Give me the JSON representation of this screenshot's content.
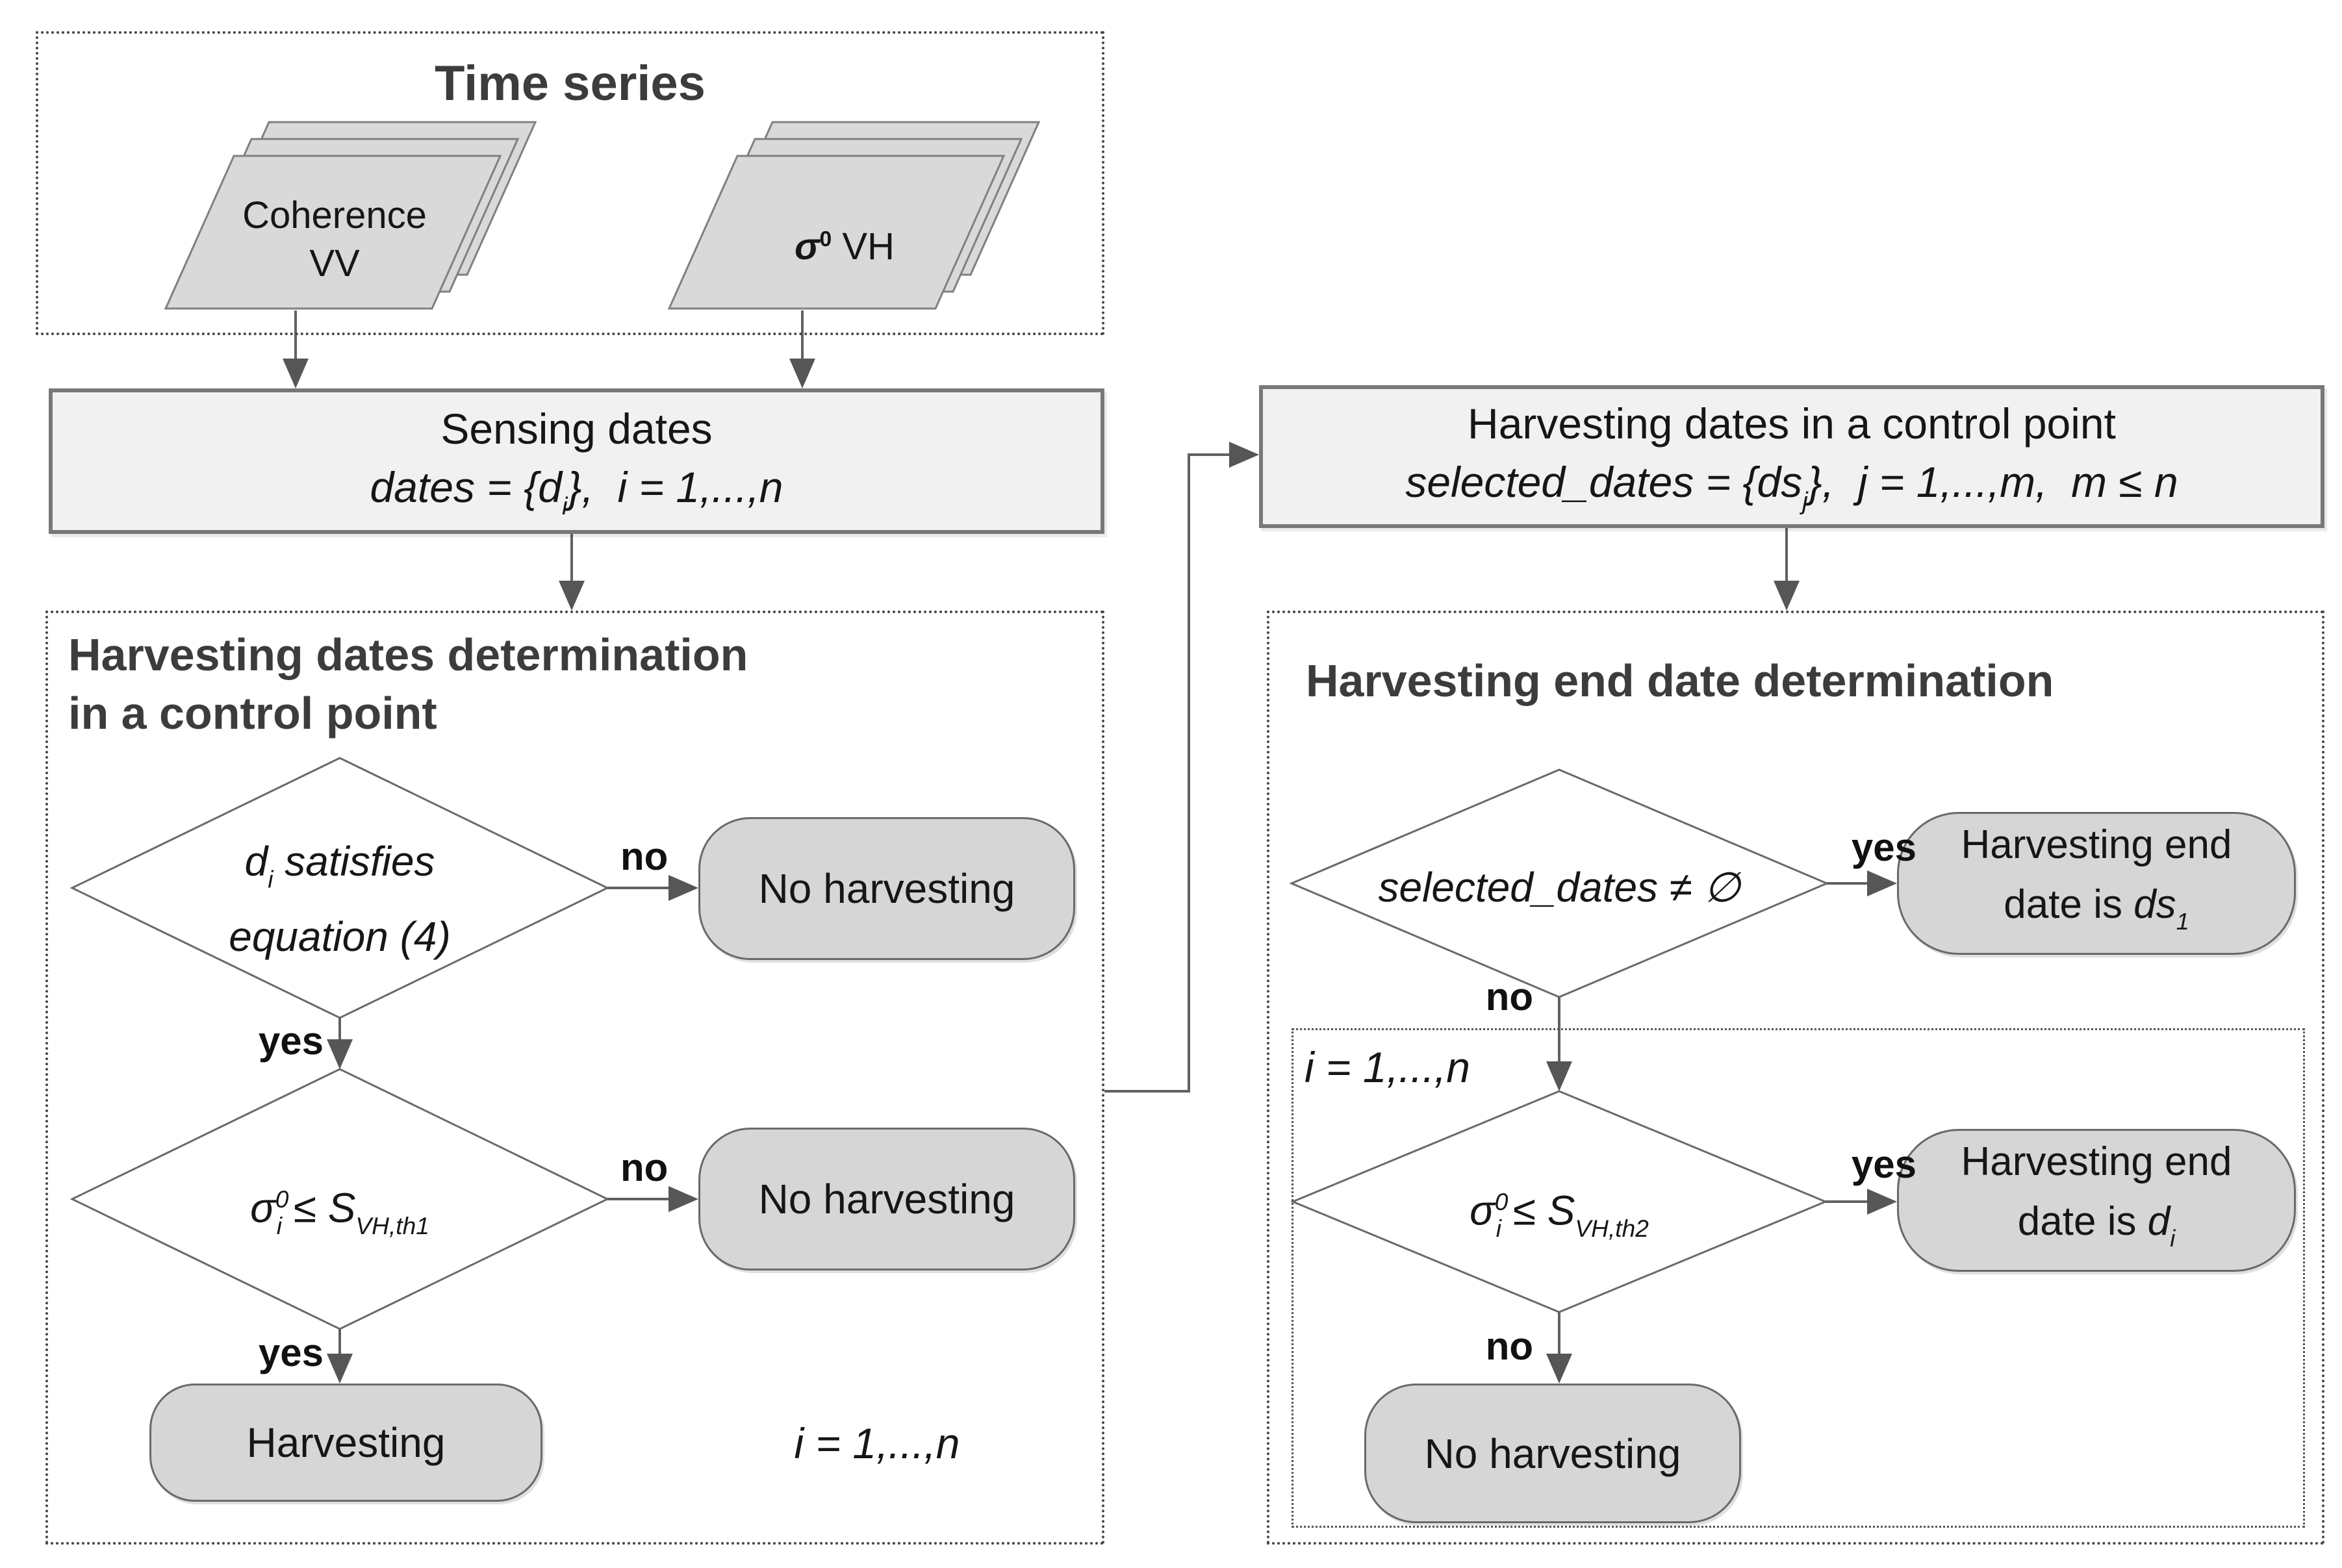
{
  "colors": {
    "background": "#ffffff",
    "box_fill": "#f1f1f1",
    "terminal_fill": "#d6d6d6",
    "card_fill": "#d9d9d9",
    "line": "#616161",
    "title_text": "#3c3c3c",
    "body_text": "#161616"
  },
  "time_series": {
    "title": "Time series",
    "coherence_stack": {
      "line1": "Coherence",
      "line2": "VV"
    },
    "sigma_stack": {
      "sigma": "σ",
      "sup": "0",
      "suffix": " VH"
    }
  },
  "sensing": {
    "title": "Sensing dates",
    "formula": [
      "dates = {d",
      "i",
      "},  i = 1,...,n"
    ]
  },
  "left_flow": {
    "title_line1": "Harvesting dates determination",
    "title_line2": "in a control point",
    "d1": {
      "var": "d",
      "sub": "i",
      "rest": " satisfies",
      "line2": "equation (4)"
    },
    "no1": "no",
    "yes1": "yes",
    "nh1": "No harvesting",
    "d2": {
      "sigma": "σ",
      "sup": "0",
      "sub": "i",
      "mid": " ≤ S",
      "sub2": "VH,th1"
    },
    "no2": "no",
    "yes2": "yes",
    "nh2": "No harvesting",
    "harvesting": "Harvesting",
    "loop": "i = 1,...,n"
  },
  "selected_box": {
    "title": "Harvesting dates in a control point",
    "formula": [
      "selected_dates = {ds",
      "j",
      "},  j = 1,...,m,  m ≤ n"
    ]
  },
  "right_flow": {
    "title": "Harvesting end date determination",
    "d3": "selected_dates ≠ ∅",
    "yes3": "yes",
    "no3": "no",
    "ds1": {
      "line1": "Harvesting end",
      "pre": "date is ",
      "var": "ds",
      "sub": "1"
    },
    "loop": "i = 1,...,n",
    "d4": {
      "sigma": "σ",
      "sup": "0",
      "sub": "i",
      "mid": " ≤ S",
      "sub2": "VH,th2"
    },
    "yes4": "yes",
    "no4": "no",
    "di": {
      "line1": "Harvesting end",
      "pre": "date is ",
      "var": "d",
      "sub": "i"
    },
    "nh3": "No harvesting"
  }
}
